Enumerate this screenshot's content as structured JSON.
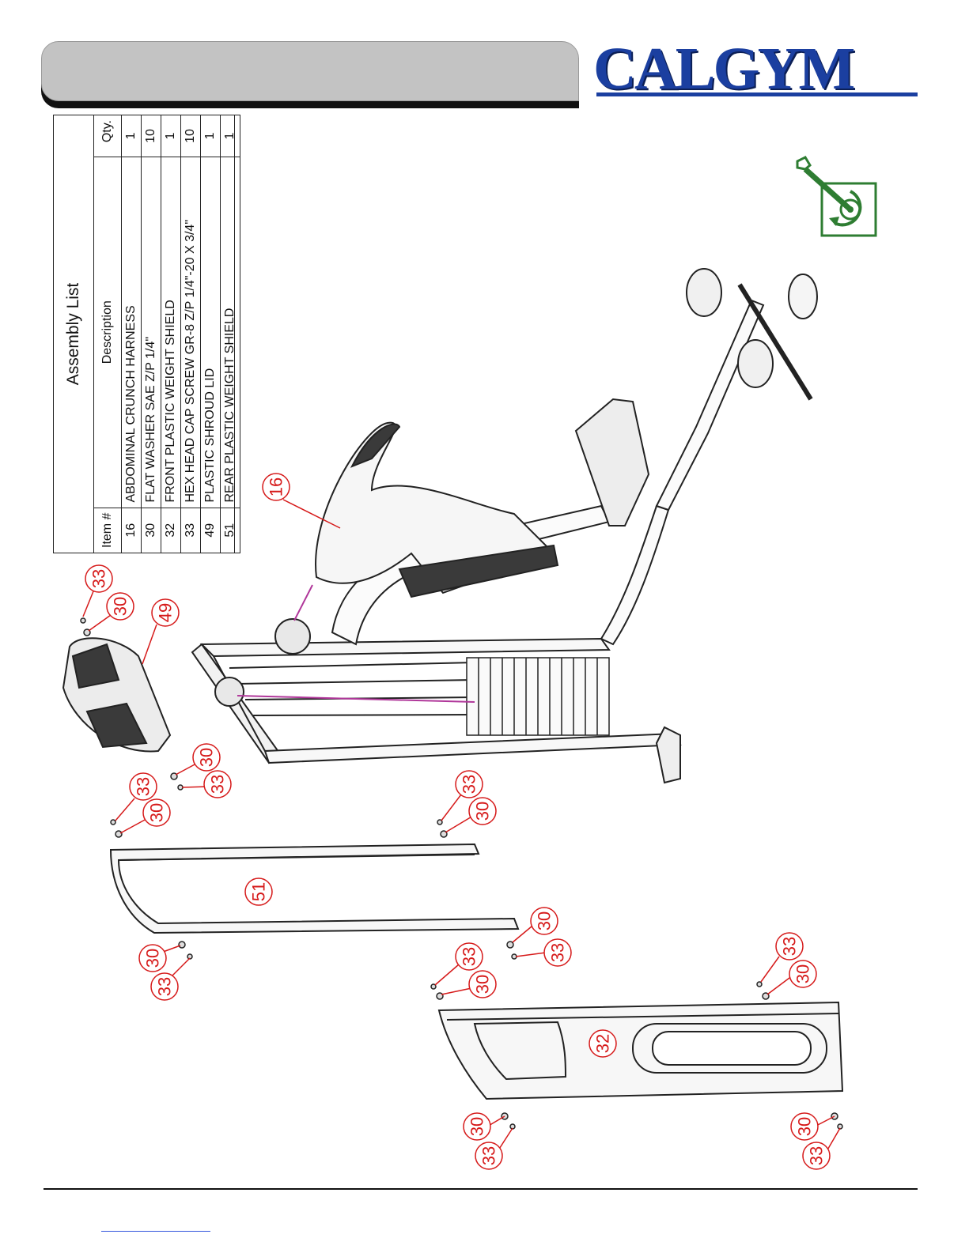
{
  "brand": {
    "logo_text": "CALGYM",
    "logo_color": "#1b3fa0"
  },
  "assembly_list": {
    "title": "Assembly List",
    "headers": {
      "item": "Item #",
      "description": "Description",
      "qty": "Qty."
    },
    "rows": [
      {
        "item": "16",
        "description": "ABDOMINAL CRUNCH HARNESS",
        "qty": "1"
      },
      {
        "item": "30",
        "description": "FLAT WASHER SAE Z/P 1/4\"",
        "qty": "10"
      },
      {
        "item": "32",
        "description": "FRONT PLASTIC WEIGHT SHIELD",
        "qty": "1"
      },
      {
        "item": "33",
        "description": "HEX HEAD CAP SCREW GR-8 Z/P 1/4\"-20 X 3/4\"",
        "qty": "10"
      },
      {
        "item": "49",
        "description": "PLASTIC SHROUD LID",
        "qty": "1"
      },
      {
        "item": "51",
        "description": "REAR PLASTIC WEIGHT SHIELD",
        "qty": "1"
      }
    ]
  },
  "callouts": {
    "c16": "16",
    "c33a": "33",
    "c30a": "30",
    "c49": "49",
    "c30b": "30",
    "c33b": "33",
    "c33c": "33",
    "c30c": "30",
    "c33d": "33",
    "c30d": "30",
    "c51": "51",
    "c30e": "30",
    "c33e": "33",
    "c30f": "30",
    "c33f": "33",
    "c33g": "33",
    "c30g": "30",
    "c33h": "33",
    "c30h": "30",
    "c32": "32",
    "c30i": "30",
    "c33i": "33",
    "c30j": "30",
    "c33j": "33"
  },
  "icons": {
    "tool": "wrench-torque-icon",
    "tool_color": "#2e7d32"
  },
  "colors": {
    "callout": "#d61a1a",
    "cable": "#b0379a"
  }
}
